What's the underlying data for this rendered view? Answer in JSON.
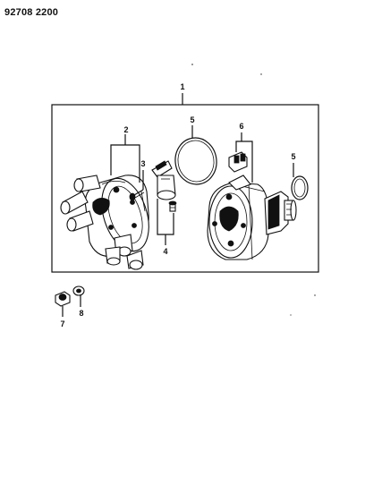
{
  "page_code": "92708 2200",
  "callouts": {
    "assembly": "1",
    "cap": "2",
    "screw": "3",
    "rotor": "4",
    "gasket_large": "5",
    "o_ring": "5",
    "connector": "6",
    "nut": "7",
    "washer": "8"
  }
}
